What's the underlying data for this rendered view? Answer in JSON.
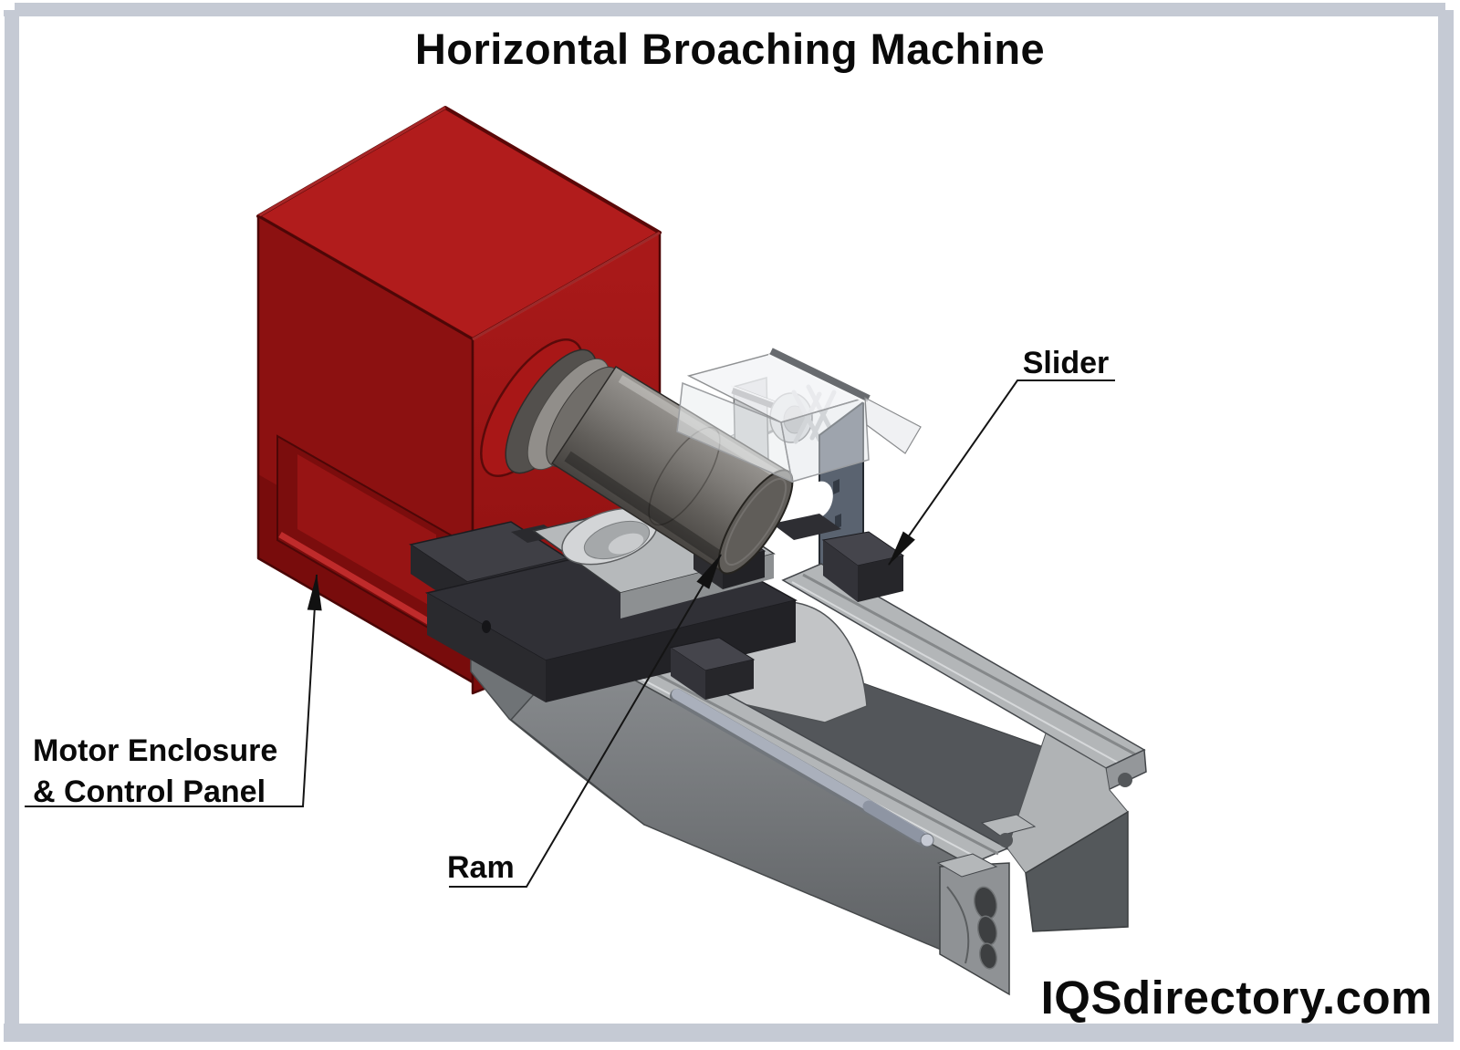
{
  "title": "Horizontal Broaching Machine",
  "watermark": "IQSdirectory.com",
  "labels": {
    "slider": "Slider",
    "motor_enclosure_line1": "Motor Enclosure",
    "motor_enclosure_line2": "& Control Panel",
    "ram": "Ram"
  },
  "colors": {
    "frame_border": "#c5cad4",
    "label_text": "#0a0a0a",
    "red_top": "#b11c1c",
    "red_side_left": "#8c1111",
    "red_side_right": "#a01515",
    "red_recess": "#7b0d0d",
    "red_recess_panel": "#971414",
    "red_boss": "#a81717",
    "ram_cap": "#605d59",
    "steel_plate": "#5a6370",
    "carriage_dark": "#303036",
    "fixture_plate": "#b6b9bb",
    "bed_rail": "#b3b6b8",
    "bed_channel": "#53565a",
    "bed_wall_panel": "#54585b",
    "guide_rod": "#aab0bc",
    "slider_block": "#45454c"
  }
}
